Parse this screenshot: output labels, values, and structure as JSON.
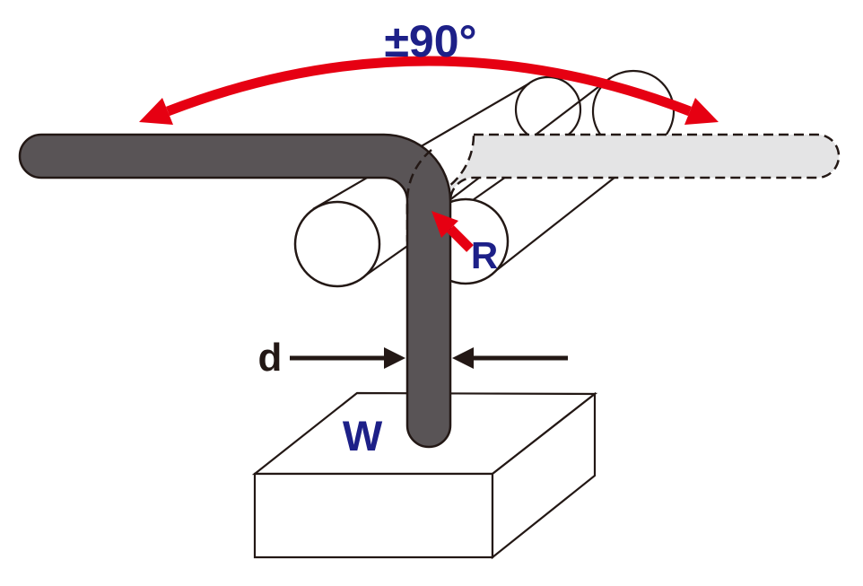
{
  "diagram": {
    "labels": {
      "angle": "±90°",
      "radius": "R",
      "diameter": "d",
      "weight": "W"
    },
    "colors": {
      "red": "#e60012",
      "navy": "#1d2088",
      "wire_dark": "#595456",
      "wire_light": "#e4e4e5",
      "line": "#231815"
    }
  }
}
